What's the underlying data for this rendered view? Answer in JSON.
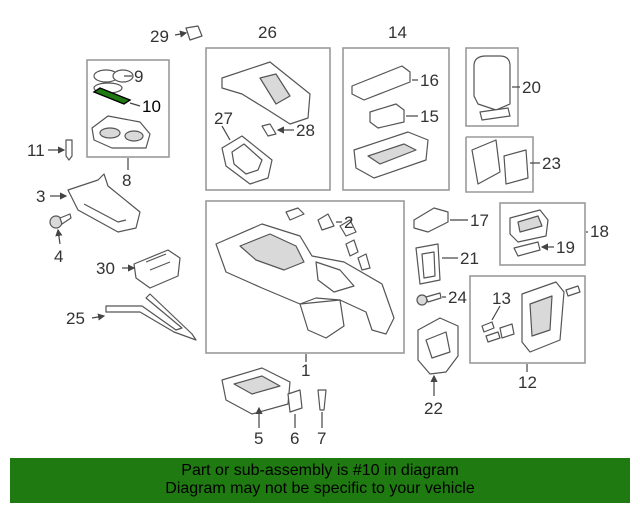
{
  "callouts": {
    "c1": "1",
    "c2": "2",
    "c3": "3",
    "c4": "4",
    "c5": "5",
    "c6": "6",
    "c7": "7",
    "c8": "8",
    "c9": "9",
    "c10": "10",
    "c11": "11",
    "c12": "12",
    "c13": "13",
    "c14": "14",
    "c15": "15",
    "c16": "16",
    "c17": "17",
    "c18": "18",
    "c19": "19",
    "c20": "20",
    "c21": "21",
    "c22": "22",
    "c23": "23",
    "c24": "24",
    "c25": "25",
    "c26": "26",
    "c27": "27",
    "c28": "28",
    "c29": "29",
    "c30": "30"
  },
  "highlight": {
    "part": "10",
    "color": "#1f7a11"
  },
  "banner": {
    "line1": "Part or sub-assembly is #10 in diagram",
    "line2": "Diagram may not be specific to your vehicle",
    "background": "#1f7a11"
  }
}
